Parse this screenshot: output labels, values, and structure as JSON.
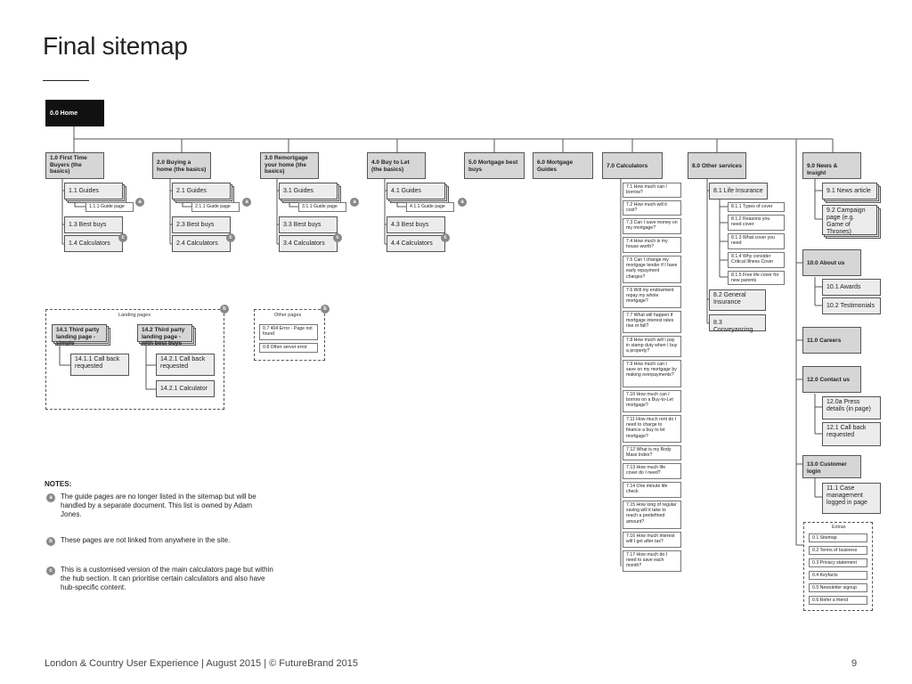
{
  "title": "Final sitemap",
  "home": "0.0 Home",
  "s1": {
    "main": "1.0 First Time Buyers (the basics)",
    "guides": "1.1 Guides",
    "guide_page": "1.1.1 Guide page",
    "best": "1.3 Best buys",
    "calc": "1.4 Calculators"
  },
  "s2": {
    "main": "2.0 Buying a home (the basics)",
    "guides": "2.1 Guides",
    "guide_page": "2.1.1 Guide page",
    "best": "2.3 Best buys",
    "calc": "2.4 Calculators"
  },
  "s3": {
    "main": "3.0 Remortgage your home (the basics)",
    "guides": "3.1 Guides",
    "guide_page": "3.1.1 Guide page",
    "best": "3.3 Best buys",
    "calc": "3.4 Calculators"
  },
  "s4": {
    "main": "4.0 Buy to Let (the basics)",
    "guides": "4.1 Guides",
    "guide_page": "4.1.1 Guide page",
    "best": "4.3 Best buys",
    "calc": "4.4 Calculators"
  },
  "s5": {
    "main": "5.0 Mortgage best buys"
  },
  "s6": {
    "main": "6.0 Mortgage Guides"
  },
  "s7": {
    "main": "7.0 Calculators",
    "items": [
      "7.1 How much can I borrow?",
      "7.2 How much will it cost?",
      "7.3 Can I save money on my mortgage?",
      "7.4 How much is my house worth?",
      "7.5 Can I change my mortgage lender if I have early repayment charges?",
      "7.6 Will my endowment repay my whole mortgage?",
      "7.7 What will happen if mortgage interest rates rise or fall?",
      "7.8 How much will I pay in stamp duty when I buy a property?",
      "7.9 How much can I save on my mortgage by making overpayments?",
      "7.10 How much can I borrow on a Buy-to-Let mortgage?",
      "7.11 How much rent do I need to charge to finance a buy to let mortgage?",
      "7.12 What is my Body Mass Index?",
      "7.13 How much life cover do I need?",
      "7.14 One minute life check",
      "7.15 How long of regular saving will it take to reach a predefined amount?",
      "7.16 How much interest will I get after tax?",
      "7.17 How much do I need to save each month?"
    ]
  },
  "s8": {
    "main": "8.0 Other services",
    "life": "8.1 Life Insurance",
    "life_items": [
      "8.1.1 Types of cover",
      "8.1.2 Reasons you need cover",
      "8.1.3 What cover you need",
      "8.1.4 Why consider Critical Illness Cover",
      "8.1.5 Free life cover for new parents"
    ],
    "general": "8.2 General Insurance",
    "conv": "8.3 Conveyancing"
  },
  "s9": {
    "main": "9.0 News & Insight",
    "items": [
      "9.1 News article",
      "9.2 Campaign page (e.g. Game of Thrones)"
    ]
  },
  "s10": {
    "main": "10.0 About us",
    "items": [
      "10.1 Awards",
      "10.2 Testimonials"
    ]
  },
  "s11": {
    "main": "11.0 Careers"
  },
  "s12": {
    "main": "12.0 Contact us",
    "items": [
      "12.0a Press details (in page)",
      "12.1 Call back requested"
    ]
  },
  "s13": {
    "main": "13.0 Customer login",
    "items": [
      "11.1 Case management logged in page"
    ]
  },
  "extras": {
    "label": "Extras",
    "items": [
      "0.1 Sitemap",
      "0.2 Terms of business",
      "0.3 Privacy statement",
      "0.4 Keyfacts",
      "0.5 Newsletter signup",
      "0.6 Refer a friend"
    ]
  },
  "landing": {
    "label": "Landing pages",
    "p141": "14.1 Third party landing page - simple",
    "p1411": "14.1.1 Call back requested",
    "p142": "14.2 Third party landing page - with best buys",
    "p1421": "14.2.1 Call back requested",
    "p1421b": "14.2.1 Calculator"
  },
  "other": {
    "label": "Other pages",
    "items": [
      "0.7 404 Error - Page not found",
      "0.8 Other server error"
    ]
  },
  "badges": {
    "a": "a",
    "b": "b",
    "c": "c"
  },
  "notes": {
    "heading": "NOTES:",
    "a": "The guide pages are no longer listed in the sitemap but will be handled by a separate document. This list is owned by Adam Jones.",
    "b": "These pages are not linked from anywhere in the site.",
    "c": "This is a customised version of the main calculators page but within the hub section. It can prioritise certain calculators and also have hub-specific content."
  },
  "footer": {
    "text": "London & Country User Experience  |  August 2015  |  © FutureBrand 2015",
    "page": "9"
  }
}
